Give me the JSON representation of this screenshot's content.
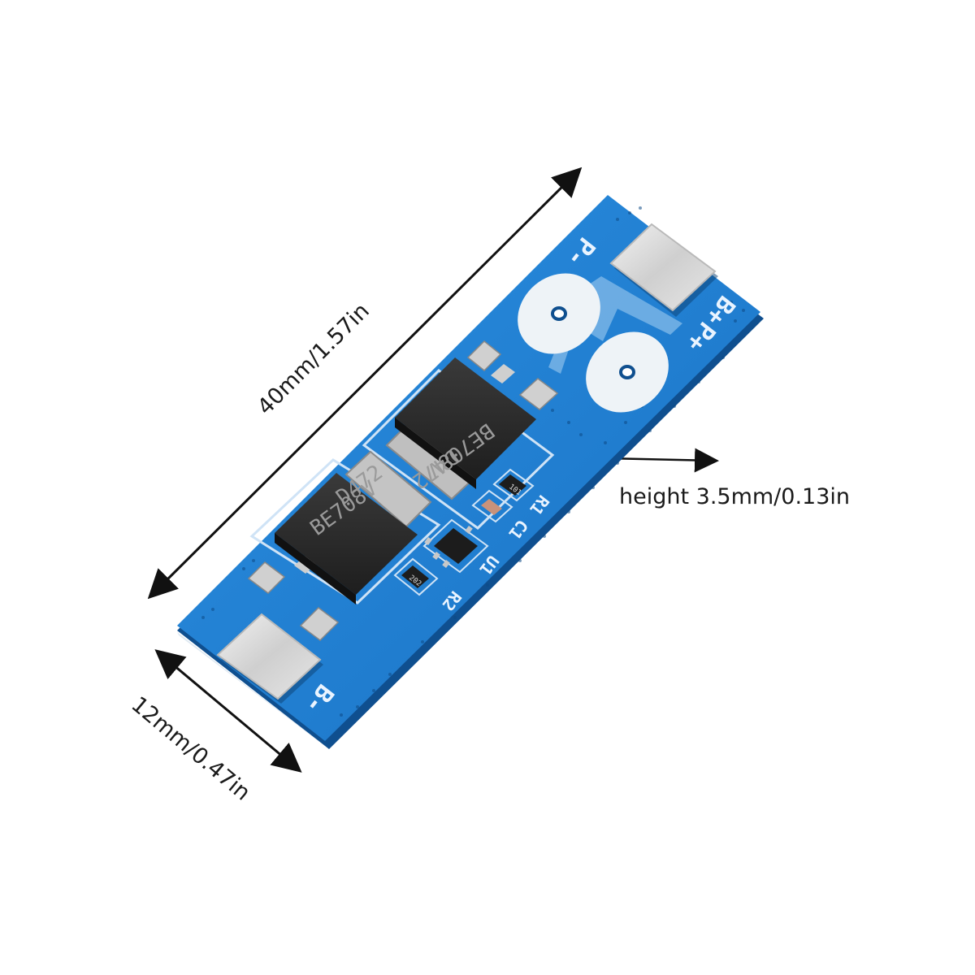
{
  "dimensions": {
    "length_label": "40mm/1.57in",
    "width_label": "12mm/0.47in",
    "height_label": "height 3.5mm/0.13in"
  },
  "board": {
    "pad_labels": {
      "p_minus": "P-",
      "b_plus": "B+",
      "p_plus": "P+",
      "b_minus": "B-"
    },
    "component_labels": {
      "r1": "R1",
      "c1": "C1",
      "u1": "U1",
      "r2": "R2"
    },
    "mosfet_top": {
      "line1": "D472",
      "line2": "BE708V"
    },
    "mosfet_bottom": {
      "line1": "D472",
      "line2": "BE708V"
    },
    "resistor_r1_code": "101",
    "resistor_r2_code": "202"
  },
  "colors": {
    "pcb_blue": "#1e7ed0",
    "pcb_dark": "#1565b0",
    "pad_metal": "#d9d9d9",
    "chip_black": "#2a2a2a"
  }
}
